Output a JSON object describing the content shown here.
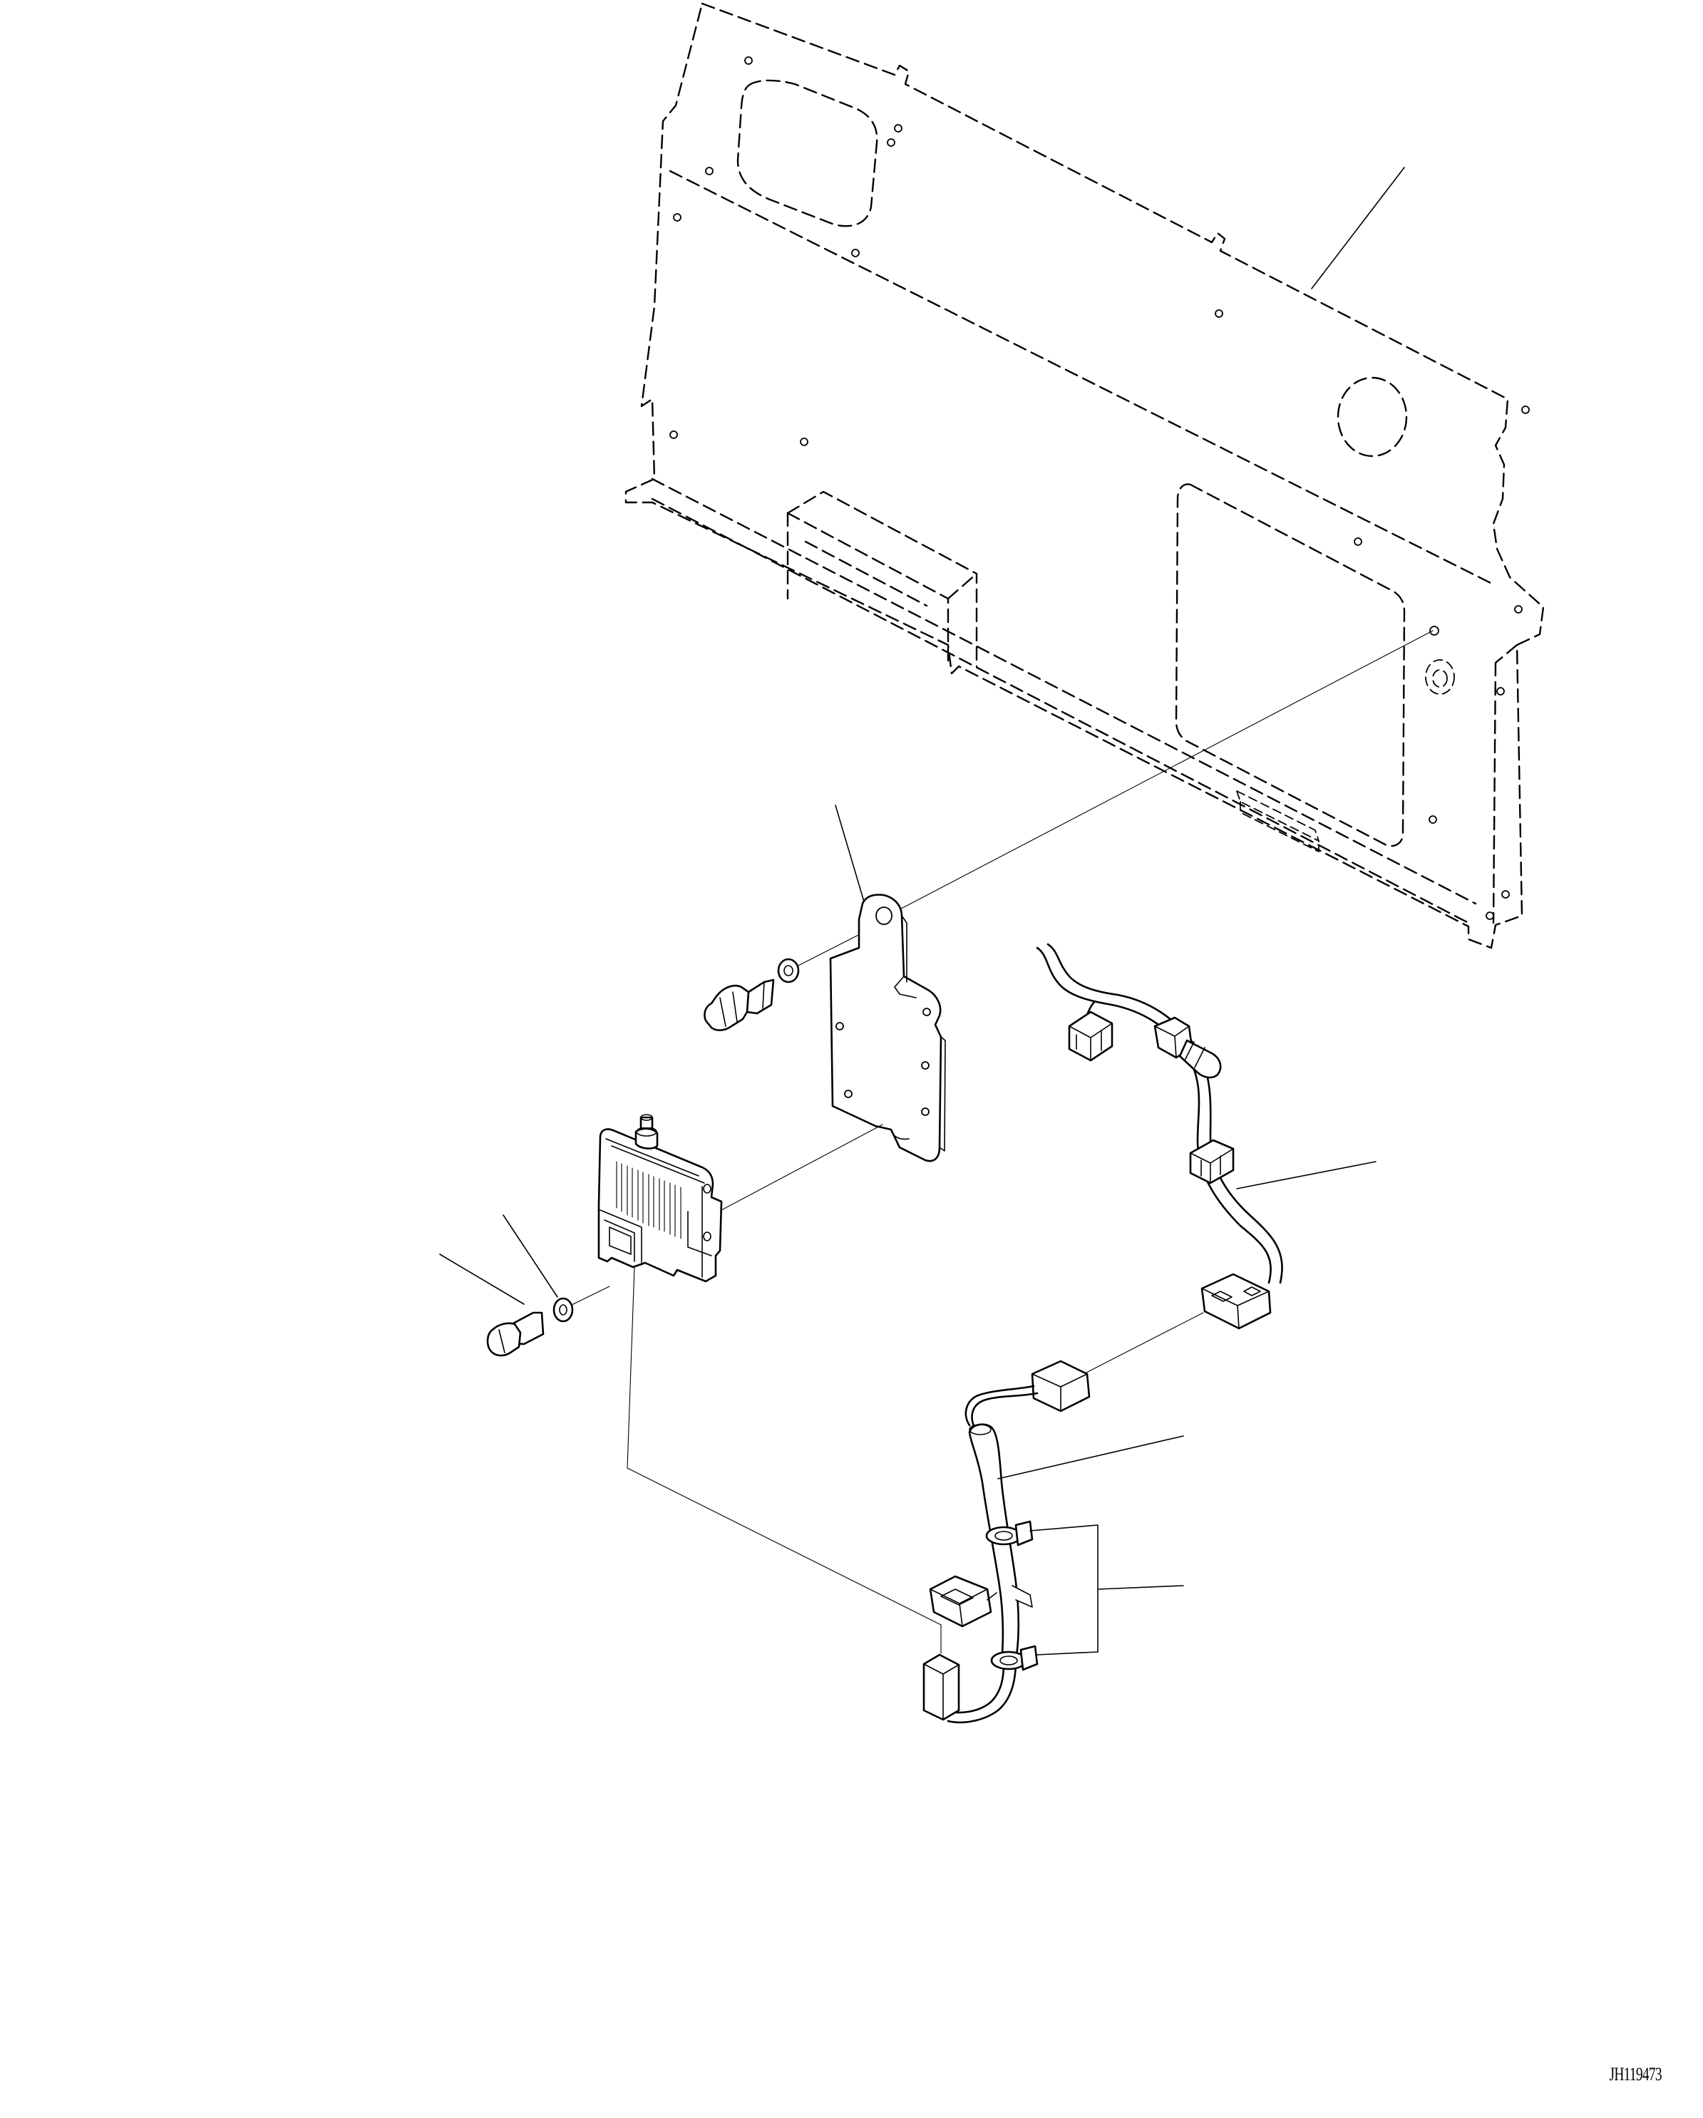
{
  "figure": {
    "code": "JH119473"
  },
  "parts": [
    {
      "id": "panel",
      "name": "panel-plate"
    },
    {
      "id": "bracket",
      "name": "mounting-bracket"
    },
    {
      "id": "bolt-upper",
      "name": "bracket-bolt"
    },
    {
      "id": "washer-upper",
      "name": "bracket-washer"
    },
    {
      "id": "unit",
      "name": "controller-unit"
    },
    {
      "id": "bolt-lower",
      "name": "unit-bolt"
    },
    {
      "id": "washer-lower",
      "name": "unit-washer"
    },
    {
      "id": "harness",
      "name": "wiring-harness"
    },
    {
      "id": "sub-harness",
      "name": "sub-harness"
    },
    {
      "id": "clamps",
      "name": "harness-clamps"
    }
  ]
}
